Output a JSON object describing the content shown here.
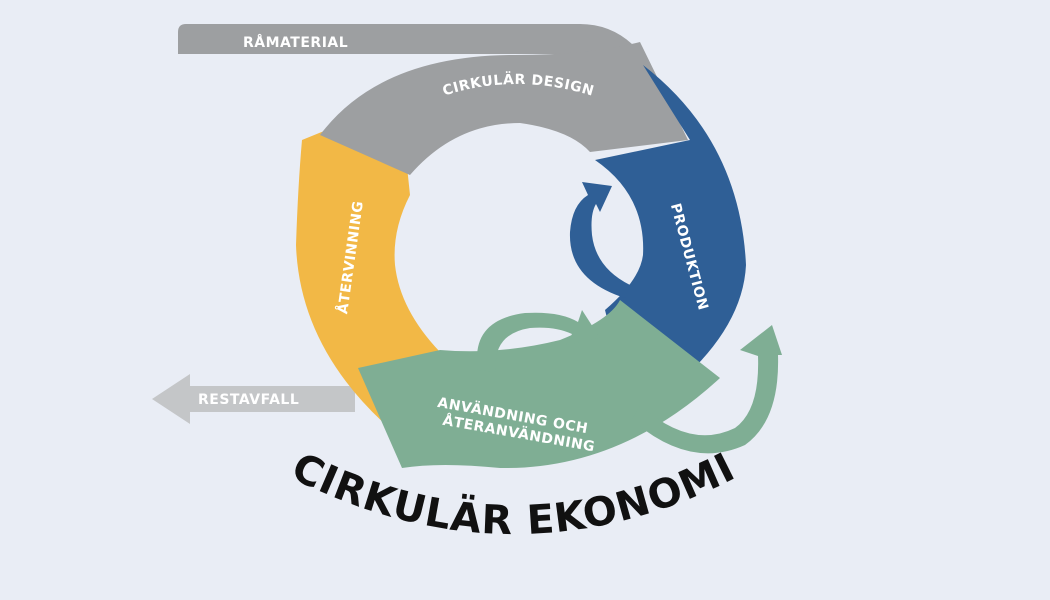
{
  "diagram": {
    "title": "CIRKULÄR EKONOMI",
    "stages": {
      "design": "CIRKULÄR DESIGN",
      "production": "PRODUKTION",
      "use_line1": "ANVÄNDNING OCH",
      "use_line2": "ÅTERANVÄNDNING",
      "recycling": "ÅTERVINNING"
    },
    "inputs": {
      "raw_material": "RÅMATERIAL"
    },
    "outputs": {
      "residual_waste": "RESTAVFALL"
    }
  },
  "colors": {
    "background": "#e9edf5",
    "design": "#9d9fa1",
    "production": "#2f5f96",
    "use": "#7fae94",
    "recycling": "#f2b846",
    "residual_arrow": "#c4c6c8",
    "raw_arrow": "#9d9fa1",
    "title": "#111111"
  }
}
